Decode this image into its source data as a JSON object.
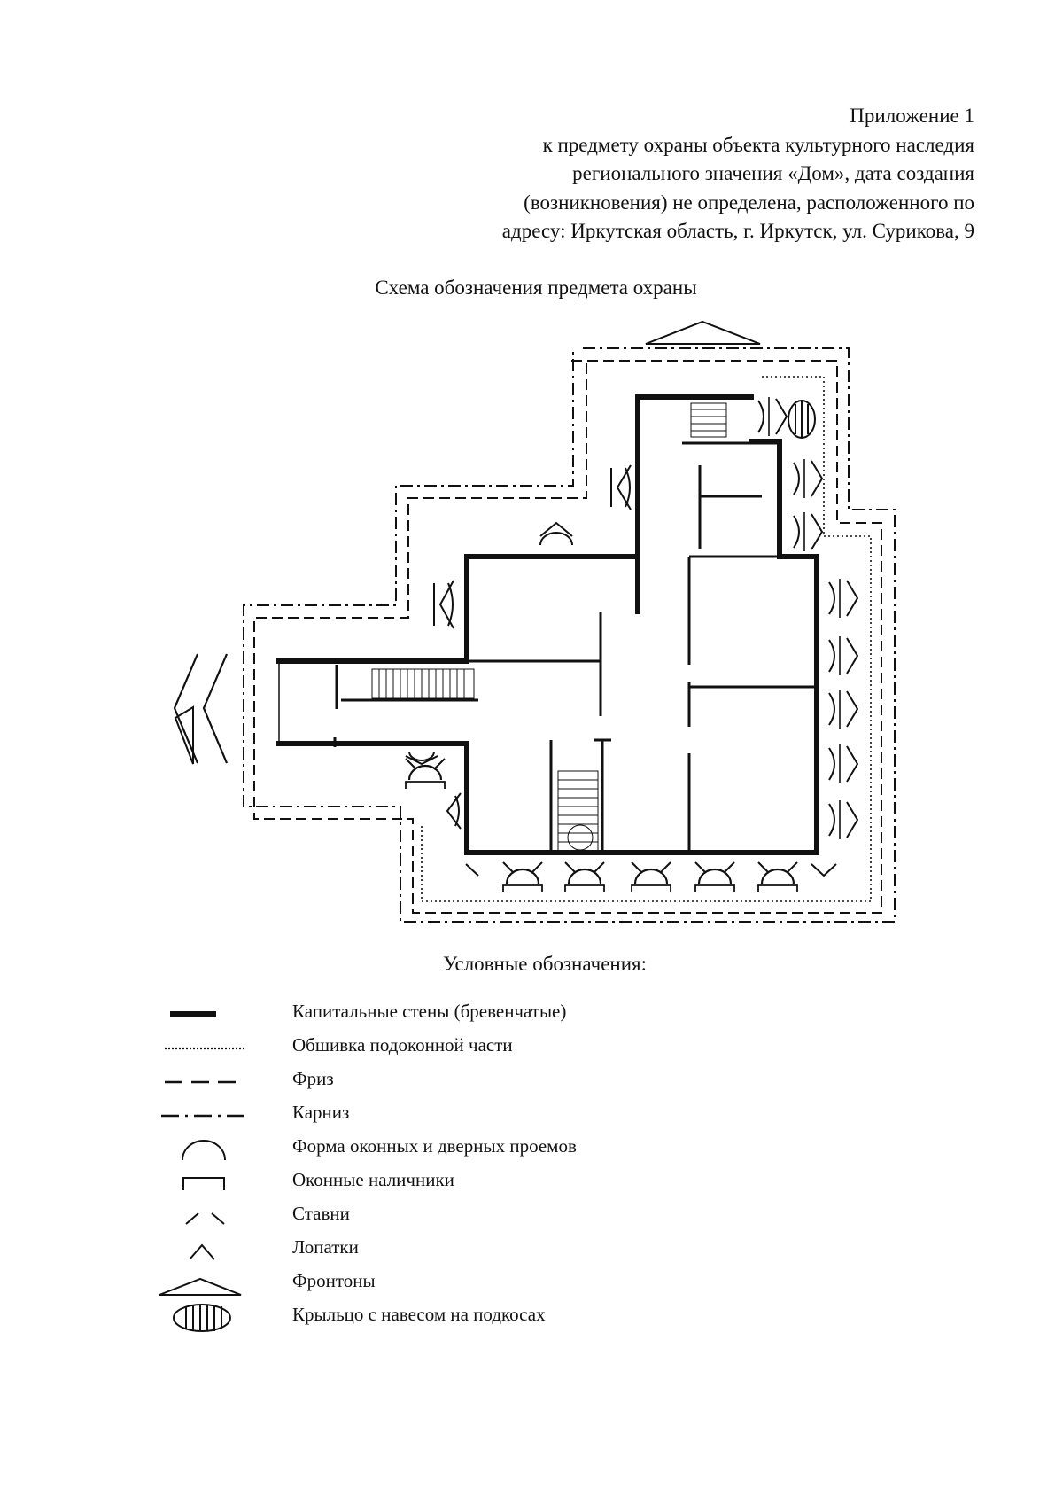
{
  "header": {
    "lines": [
      "Приложение 1",
      "к предмету охраны объекта культурного наследия",
      "регионального значения «Дом», дата создания",
      "(возникновения) не определена, расположенного по",
      "адресу: Иркутская область, г. Иркутск, ул. Сурикова, 9"
    ]
  },
  "scheme": {
    "title": "Схема обозначения предмета охраны"
  },
  "legend": {
    "title": "Условные обозначения:",
    "items": [
      {
        "symbol": "thick-wall-line",
        "label": "Капитальные стены (бревенчатые)"
      },
      {
        "symbol": "dotted-line",
        "label": "Обшивка подоконной части"
      },
      {
        "symbol": "dashed-line",
        "label": "Фриз"
      },
      {
        "symbol": "dash-dot-line",
        "label": "Карниз"
      },
      {
        "symbol": "arc",
        "label": "Форма оконных и дверных проемов"
      },
      {
        "symbol": "bracket",
        "label": "Оконные наличники"
      },
      {
        "symbol": "shutters",
        "label": "Ставни"
      },
      {
        "symbol": "chevron",
        "label": "Лопатки"
      },
      {
        "symbol": "pediment",
        "label": "Фронтоны"
      },
      {
        "symbol": "porch-oval",
        "label": "Крыльцо с навесом на подкосах"
      }
    ]
  }
}
